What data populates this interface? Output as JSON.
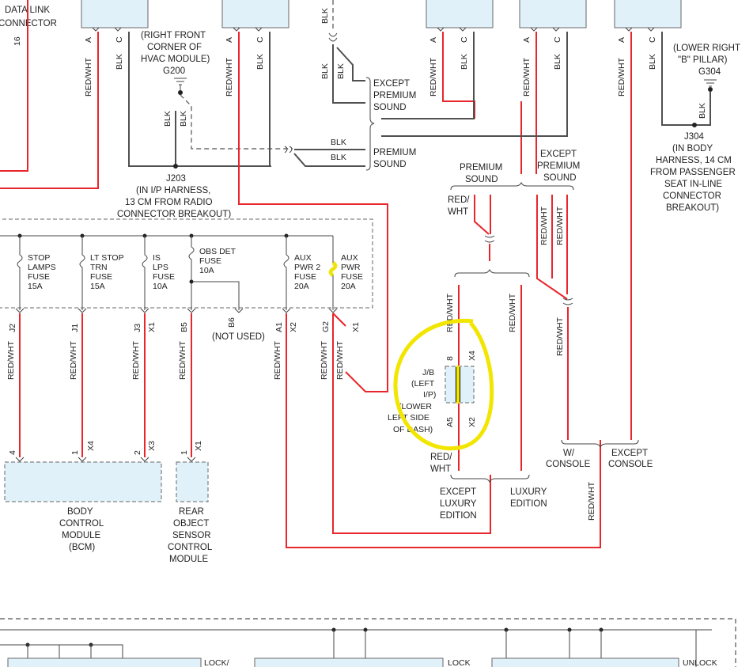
{
  "colors": {
    "red_wire": "#e8262b",
    "black_wire": "#505050",
    "component_fill": "#e1f1f9",
    "highlight": "#f2e500"
  },
  "top_left": {
    "line1": "DATA LINK",
    "line2": "CONNECTOR",
    "pin": "16"
  },
  "wires": {
    "red_wht": "RED/WHT",
    "blk": "BLK",
    "red_line1": "RED/",
    "red_line2": "WHT"
  },
  "pins": {
    "a": "A",
    "c": "C"
  },
  "g200": {
    "lines": [
      "(RIGHT FRONT",
      "CORNER OF",
      "HVAC MODULE)"
    ],
    "id": "G200"
  },
  "g304": {
    "lines": [
      "(LOWER RIGHT",
      "\"B\" PILLAR)"
    ],
    "id": "G304"
  },
  "j203": {
    "lines": [
      "J203",
      "(IN I/P HARNESS,",
      "13 CM FROM RADIO",
      "CONNECTOR BREAKOUT)"
    ]
  },
  "j304": {
    "lines": [
      "J304",
      "(IN BODY",
      "HARNESS, 14 CM",
      "FROM PASSENGER",
      "SEAT IN-LINE",
      "CONNECTOR",
      "BREAKOUT)"
    ]
  },
  "labels": {
    "except_premium_sound": [
      "EXCEPT",
      "PREMIUM",
      "SOUND"
    ],
    "premium_sound": [
      "PREMIUM",
      "SOUND"
    ],
    "except_luxury_edition": [
      "EXCEPT",
      "LUXURY",
      "EDITION"
    ],
    "luxury_edition": [
      "LUXURY",
      "EDITION"
    ],
    "w_console": [
      "W/",
      "CONSOLE"
    ],
    "except_console": [
      "EXCEPT",
      "CONSOLE"
    ],
    "not_used": "(NOT USED)"
  },
  "fuses": [
    {
      "lines": [
        "STOP",
        "LAMPS",
        "FUSE",
        "15A"
      ],
      "pin": "J2"
    },
    {
      "lines": [
        "LT STOP",
        "TRN",
        "FUSE",
        "15A"
      ],
      "pin": "J1"
    },
    {
      "lines": [
        "IS",
        "LPS",
        "FUSE",
        "10A"
      ],
      "pin": "J3",
      "conn": "X1"
    },
    {
      "lines": [
        "OBS DET",
        "FUSE",
        "10A"
      ],
      "pin": "B5"
    },
    {
      "lines": [
        "AUX",
        "PWR 2",
        "FUSE",
        "20A"
      ],
      "pin": "A1",
      "conn": "X2"
    },
    {
      "lines": [
        "AUX",
        "PWR",
        "FUSE",
        "20A"
      ],
      "pin": "G2",
      "conn": "X1"
    }
  ],
  "b6_pin": "B6",
  "jb": {
    "lines": [
      "J/B",
      "(LEFT",
      "I/P)",
      "(LOWER",
      "LEFT SIDE",
      "OF DASH)"
    ],
    "pin_top": "8",
    "conn_top": "X4",
    "pin_bottom": "A5",
    "conn_bottom": "X2"
  },
  "bcm": {
    "lines": [
      "BODY",
      "CONTROL",
      "MODULE",
      "(BCM)"
    ],
    "pin4": "4",
    "pin1": "1",
    "conn1": "X4",
    "pin2": "2",
    "conn2": "X3"
  },
  "rear_obj": {
    "lines": [
      "REAR",
      "OBJECT",
      "SENSOR",
      "CONTROL",
      "MODULE"
    ],
    "pin": "1",
    "conn": "X1"
  },
  "bottom": {
    "lock1": "LOCK/",
    "lock2": "LOCK",
    "unlock": "UNLOCK"
  }
}
